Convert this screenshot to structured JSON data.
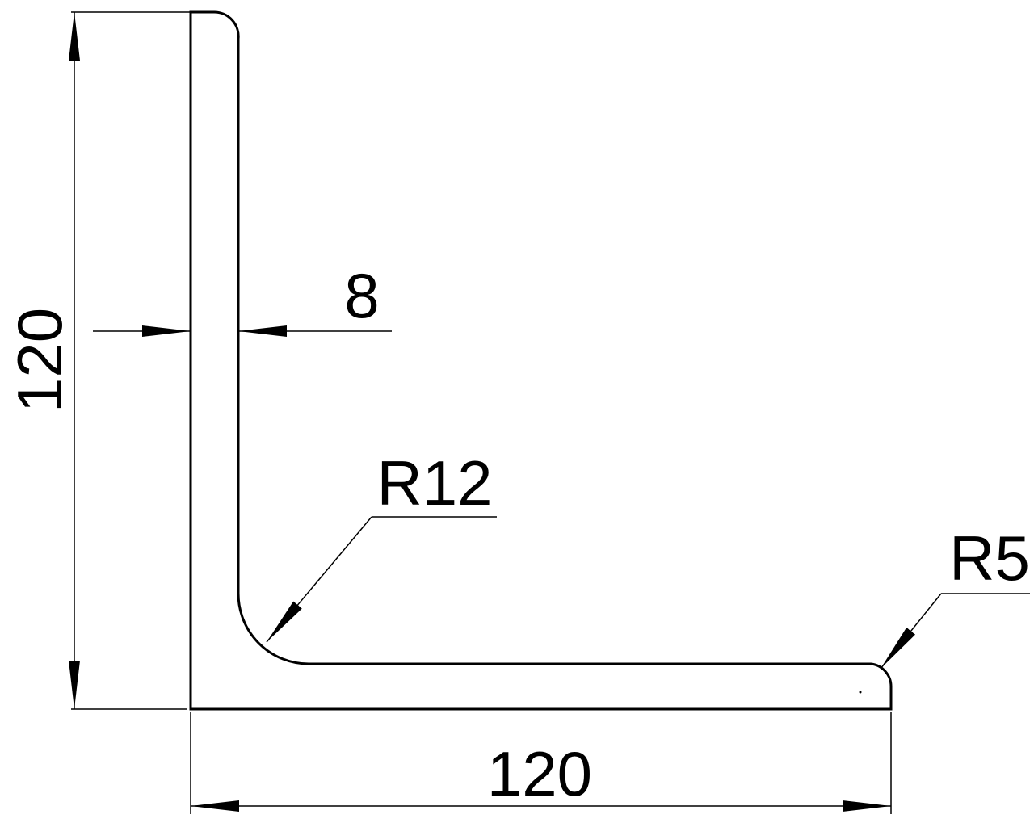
{
  "drawing": {
    "title": "Equal angle profile cross-section",
    "dimensions": {
      "height": "120",
      "width": "120",
      "thickness": "8",
      "root_radius": "R12",
      "toe_radius": "R5"
    },
    "colors": {
      "line": "#000000",
      "background": "#ffffff"
    }
  }
}
